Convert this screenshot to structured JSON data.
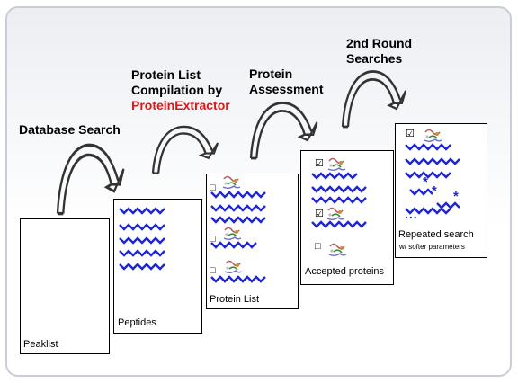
{
  "steps": {
    "database_search": "Database Search",
    "protein_list_line1": "Protein List",
    "protein_list_line2": "Compilation by",
    "protein_extractor": "ProteinExtractor",
    "protein_assessment_line1": "Protein",
    "protein_assessment_line2": "Assessment",
    "second_round_line1": "2nd Round",
    "second_round_line2": "Searches"
  },
  "cards": {
    "peaklist": "Peaklist",
    "peptides": "Peptides",
    "protein_list": "Protein List",
    "accepted_proteins": "Accepted proteins",
    "repeated_search_line1": "Repeated search",
    "repeated_search_line2": "w/ softer parameters",
    "ellipsis": "..."
  },
  "icons": {
    "unchecked_box": "□",
    "checked_box": "☑",
    "asterisk": "*"
  },
  "colors": {
    "accent_red": "#e41414",
    "wave_blue": "#1f26d6"
  }
}
